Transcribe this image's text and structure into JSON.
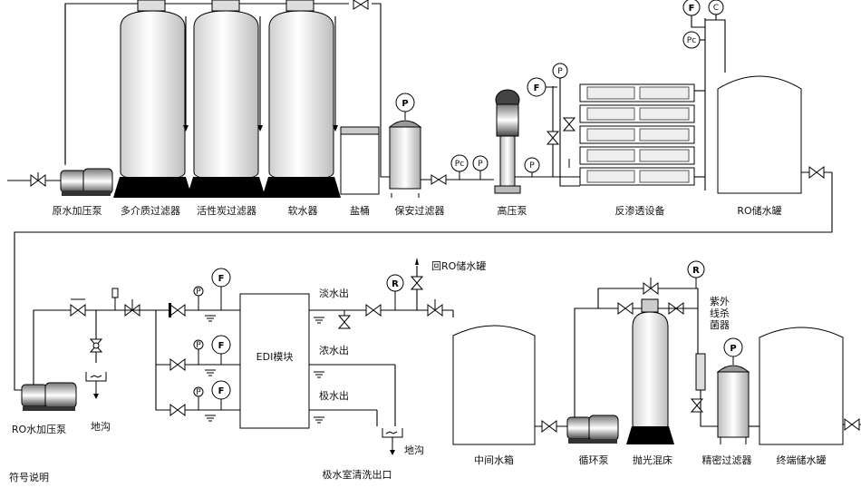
{
  "labels": {
    "raw_pump": "原水加压泵",
    "multimedia_filter": "多介质过滤器",
    "carbon_filter": "活性炭过滤器",
    "softener": "软水器",
    "salt_tank": "盐桶",
    "security_filter": "保安过滤器",
    "hp_pump": "高压泵",
    "ro_unit": "反渗透设备",
    "ro_tank": "RO储水罐",
    "ro_pump": "RO水加压泵",
    "drain_1": "地沟",
    "edi": "EDI模块",
    "fresh_out": "淡水出",
    "conc_out": "浓水出",
    "electrode_out": "极水出",
    "drain_2": "地沟",
    "clean_out": "极水室清洗出口",
    "return_ro": "回RO储水罐",
    "mid_tank": "中间水箱",
    "circ_pump": "循环泵",
    "polish_bed": "抛光混床",
    "uv_line1": "紫外",
    "uv_line2": "线杀",
    "uv_line3": "菌器",
    "precision_filter": "精密过滤器",
    "final_tank": "终端储水罐",
    "legend": "符号说明"
  },
  "gauges": {
    "P": "P",
    "F": "F",
    "C": "C",
    "Pc": "Pc",
    "R": "R"
  }
}
